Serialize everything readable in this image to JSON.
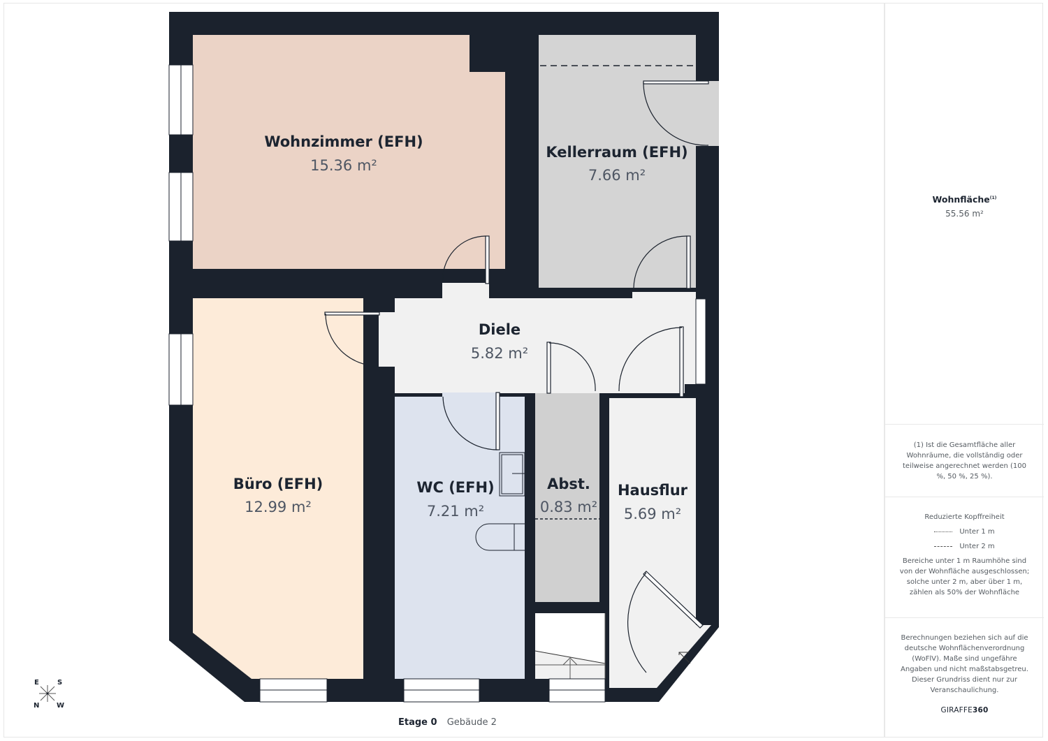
{
  "floorplan": {
    "rooms": [
      {
        "id": "wohnzimmer",
        "name": "Wohnzimmer (EFH)",
        "area": "15.36 m²",
        "color": "#ebd3c6"
      },
      {
        "id": "kellerraum",
        "name": "Kellerraum (EFH)",
        "area": "7.66 m²",
        "color": "#d4d4d4"
      },
      {
        "id": "diele",
        "name": "Diele",
        "area": "5.82 m²",
        "color": "#f1f1f1"
      },
      {
        "id": "buero",
        "name": "Büro (EFH)",
        "area": "12.99 m²",
        "color": "#fdebd9"
      },
      {
        "id": "wc",
        "name": "WC (EFH)",
        "area": "7.21 m²",
        "color": "#dde3ee"
      },
      {
        "id": "abst",
        "name": "Abst.",
        "area": "0.83 m²",
        "color": "#d0d0d0"
      },
      {
        "id": "hausflur",
        "name": "Hausflur",
        "area": "5.69 m²",
        "color": "#f1f1f1"
      }
    ],
    "wall_color": "#1b222d",
    "caption": {
      "floor": "Etage 0",
      "building": "Gebäude 2"
    },
    "compass": {
      "top_left": "E",
      "top_right": "S",
      "bottom_left": "N",
      "bottom_right": "W"
    }
  },
  "sidepanel": {
    "wohnflaeche_label": "Wohnfläche",
    "wohnflaeche_footnote": "(1)",
    "wohnflaeche_value": "55.56 m²",
    "footnote_text": "(1) Ist die Gesamtfläche aller Wohnräume, die vollständig oder teilweise angerechnet werden (100 %, 50 %, 25 %).",
    "legend_title": "Reduzierte Kopffreiheit",
    "legend_items": [
      {
        "style": "dotted",
        "label": "Unter 1 m"
      },
      {
        "style": "dashed",
        "label": "Unter 2 m"
      }
    ],
    "legend_note": "Bereiche unter 1 m Raumhöhe sind von der Wohnfläche ausgeschlossen; solche unter 2 m, aber über 1 m, zählen als 50% der Wohnfläche",
    "disclaimer": "Berechnungen beziehen sich auf die deutsche Wohnflächenverordnung (WoFlV). Maße sind ungefähre Angaben und nicht maßstabsgetreu. Dieser Grundriss dient nur zur Veranschaulichung.",
    "brand_light": "GIRAFFE",
    "brand_bold": "360"
  }
}
